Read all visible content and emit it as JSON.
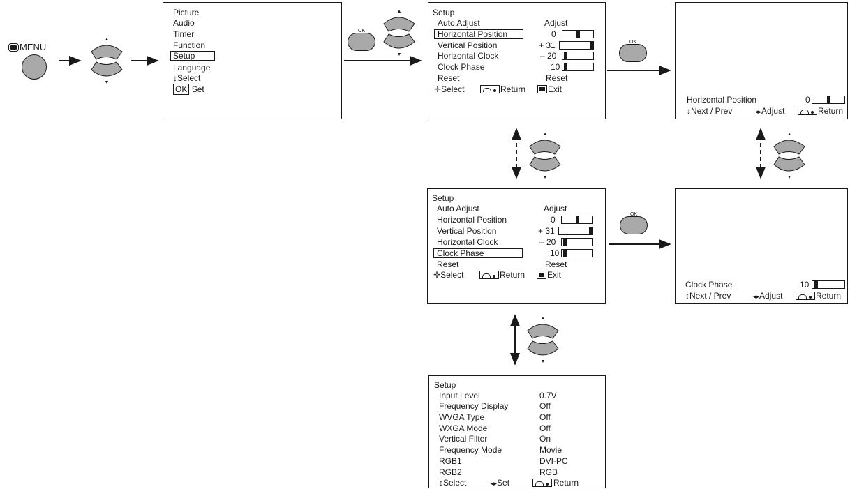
{
  "menu_button": {
    "label": "MENU"
  },
  "ok_label": "OK",
  "colors": {
    "button_gray": "#a9a9a9",
    "line": "#1a1a1a"
  },
  "main_menu": {
    "items": [
      "Picture",
      "Audio",
      "Timer",
      "Function",
      "Setup",
      "Language"
    ],
    "selected": "Setup",
    "select_hint": "Select",
    "ok_key": "OK",
    "ok_hint": "Set"
  },
  "setup_a": {
    "title": "Setup",
    "rows": [
      {
        "label": "Auto Adjust",
        "value": "Adjust"
      },
      {
        "label": "Horizontal Position",
        "value": "0",
        "level": 0.5
      },
      {
        "label": "Vertical Position",
        "value": "+ 31",
        "level": 1.0
      },
      {
        "label": "Horizontal Clock",
        "value": "– 20",
        "level": 0.0
      },
      {
        "label": "Clock Phase",
        "value": "10",
        "level": 0.0
      },
      {
        "label": "Reset",
        "value": "Reset"
      }
    ],
    "selected": "Horizontal Position",
    "footer": {
      "select": "Select",
      "return": "Return",
      "exit": "Exit"
    }
  },
  "setup_b": {
    "title": "Setup",
    "rows": [
      {
        "label": "Auto Adjust",
        "value": "Adjust"
      },
      {
        "label": "Horizontal Position",
        "value": "0",
        "level": 0.5
      },
      {
        "label": "Vertical Position",
        "value": "+ 31",
        "level": 1.0
      },
      {
        "label": "Horizontal Clock",
        "value": "– 20",
        "level": 0.0
      },
      {
        "label": "Clock Phase",
        "value": "10",
        "level": 0.0
      },
      {
        "label": "Reset",
        "value": "Reset"
      }
    ],
    "selected": "Clock Phase",
    "footer": {
      "select": "Select",
      "return": "Return",
      "exit": "Exit"
    }
  },
  "adjust_hpos": {
    "label": "Horizontal Position",
    "value": "0",
    "level": 0.5,
    "footer": {
      "next_prev": "Next / Prev",
      "adjust": "Adjust",
      "return": "Return"
    }
  },
  "adjust_phase": {
    "label": "Clock Phase",
    "value": "10",
    "level": 0.0,
    "footer": {
      "next_prev": "Next / Prev",
      "adjust": "Adjust",
      "return": "Return"
    }
  },
  "setup_c": {
    "title": "Setup",
    "rows": [
      {
        "label": "Input Level",
        "value": "0.7V"
      },
      {
        "label": "Frequency Display",
        "value": "Off"
      },
      {
        "label": "WVGA Type",
        "value": "Off"
      },
      {
        "label": "WXGA Mode",
        "value": "Off"
      },
      {
        "label": "Vertical Filter",
        "value": "On"
      },
      {
        "label": "Frequency Mode",
        "value": "Movie"
      },
      {
        "label": "RGB1",
        "value": "DVI-PC"
      },
      {
        "label": "RGB2",
        "value": "RGB"
      }
    ],
    "footer": {
      "select": "Select",
      "set": "Set",
      "return": "Return"
    }
  }
}
